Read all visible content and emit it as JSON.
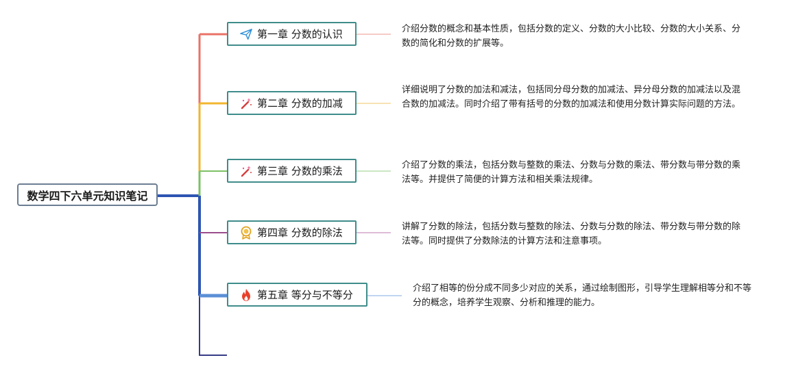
{
  "root": {
    "label": "数学四下六单元知识笔记"
  },
  "chapters": [
    {
      "label": "第一章 分数的认识",
      "icon": "paper-plane-icon",
      "color": "#ea7267",
      "desc": "介绍分数的概念和基本性质，包括分数的定义、分数的大小比较、分数的大小关系、分数的简化和分数的扩展等。"
    },
    {
      "label": "第二章 分数的加减",
      "icon": "magic-wand-icon",
      "color": "#f1b52f",
      "desc": "详细说明了分数的加法和减法，包括同分母分数的加减法、异分母分数的加减法以及混合数的加减法。同时介绍了带有括号的分数的加减法和使用分数计算实际问题的方法。"
    },
    {
      "label": "第三章 分数的乘法",
      "icon": "magic-wand-icon",
      "color": "#7cc064",
      "desc": "介绍了分数的乘法，包括分数与整数的乘法、分数与分数的乘法、带分数与带分数的乘法等。并提供了简便的计算方法和相关乘法规律。"
    },
    {
      "label": "第四章 分数的除法",
      "icon": "medal-icon",
      "color": "#9a4d8c",
      "desc": "讲解了分数的除法，包括分数与整数的除法、分数与分数的除法、带分数与带分数的除法等。同时提供了分数除法的计算方法和注意事项。"
    },
    {
      "label": "第五章 等分与不等分",
      "icon": "fire-icon",
      "color": "#5b8fd6",
      "desc": "介绍了相等的份分成不同多少对应的关系，通过绘制图形，引导学生理解相等分和不等分的概念，培养学生观察、分析和推理的能力。"
    }
  ],
  "extra_branch_color": "#363a86"
}
